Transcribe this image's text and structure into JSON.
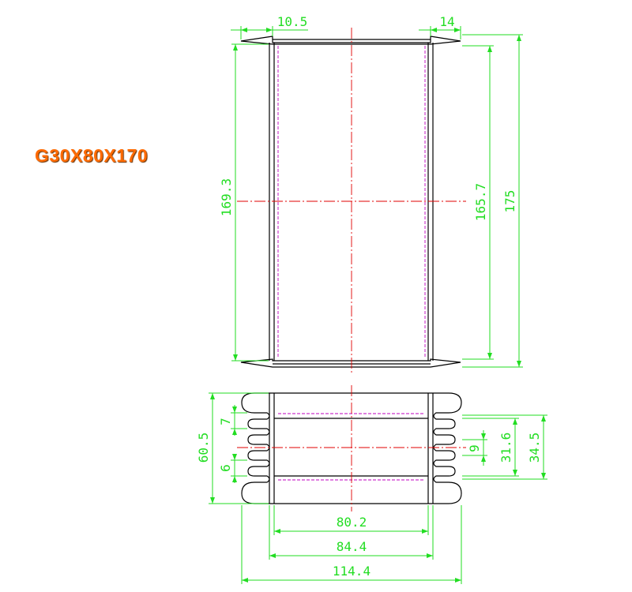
{
  "model_label": "G30X80X170",
  "colors": {
    "label": "#ff6a00",
    "dimension": "#22dd22",
    "centerline": "#e00000",
    "hidden_line": "#c000c0",
    "outline": "#000000",
    "background": "#ffffff"
  },
  "dimensions": {
    "top_flange_left": "10.5",
    "top_flange_right": "14",
    "inner_height": "169.3",
    "core_height": "165.7",
    "overall_height": "175",
    "end_height": "60.5",
    "slot_width_upper": "7",
    "slot_width_lower": "6",
    "pin_pitch": "9",
    "slot_span_inner": "31.6",
    "slot_span_outer": "34.5",
    "core_width": "80.2",
    "window_width": "84.4",
    "overall_width": "114.4"
  }
}
